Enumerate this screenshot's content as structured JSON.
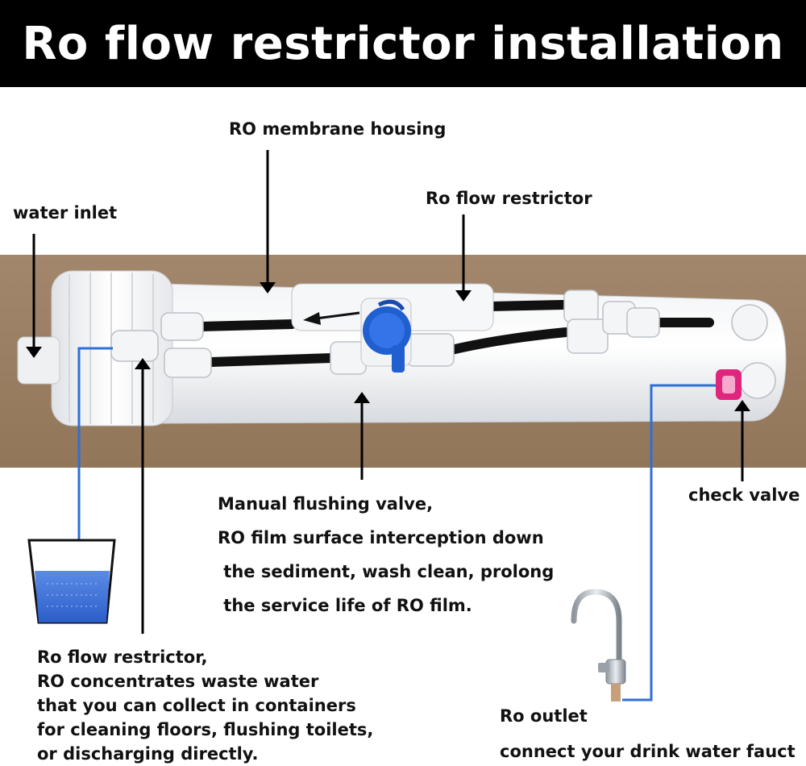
{
  "title": "Ro flow restrictor installation",
  "labels": {
    "water_inlet": "water inlet",
    "membrane_housing": "RO membrane housing",
    "flow_restrictor_top": "Ro flow restrictor",
    "check_valve": "check valve"
  },
  "flushing_valve": {
    "lines": [
      "Manual flushing valve,",
      "RO film surface interception down",
      " the sediment, wash clean, prolong",
      " the service life of RO film."
    ]
  },
  "waste_note": {
    "lines": [
      "Ro flow restrictor,",
      "RO concentrates waste water",
      "that you can collect in containers",
      "for cleaning floors, flushing toilets,",
      "or discharging directly."
    ]
  },
  "outlet": {
    "line1": "Ro outlet",
    "line2": "connect your drink water fauct"
  },
  "colors": {
    "title_bg": "#000000",
    "title_text": "#ffffff",
    "background_wood": "#9b7f64",
    "blue_line": "#2f6fd6",
    "valve_blue": "#1f5fd0",
    "check_valve_pink": "#e0257e",
    "water_blue": "#3b6fd8"
  },
  "icons": [
    "arrow-left-icon",
    "faucet-icon",
    "water-cup-icon"
  ]
}
